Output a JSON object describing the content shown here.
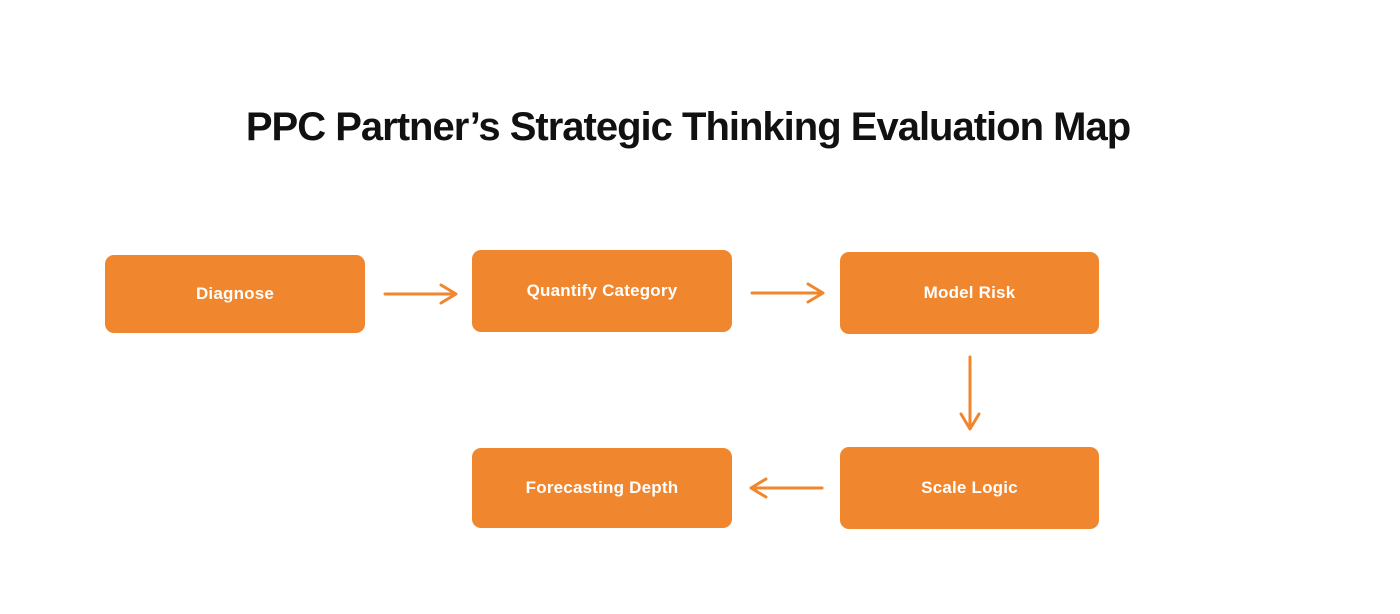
{
  "title": "PPC Partner’s Strategic Thinking Evaluation Map",
  "colors": {
    "accent": "#F0862D",
    "box_text": "#FFFFFF",
    "title": "#111111",
    "background": "#FFFFFF"
  },
  "diagram": {
    "nodes": [
      {
        "id": "diagnose",
        "label": "Diagnose"
      },
      {
        "id": "quantify-category",
        "label": "Quantify Category"
      },
      {
        "id": "model-risk",
        "label": "Model Risk"
      },
      {
        "id": "forecasting-depth",
        "label": "Forecasting Depth"
      },
      {
        "id": "scale-logic",
        "label": "Scale Logic"
      }
    ],
    "edges": [
      {
        "from": "Diagnose",
        "to": "Quantify Category",
        "direction": "right"
      },
      {
        "from": "Quantify Category",
        "to": "Model Risk",
        "direction": "right"
      },
      {
        "from": "Model Risk",
        "to": "Scale Logic",
        "direction": "down"
      },
      {
        "from": "Scale Logic",
        "to": "Forecasting Depth",
        "direction": "left"
      }
    ]
  }
}
